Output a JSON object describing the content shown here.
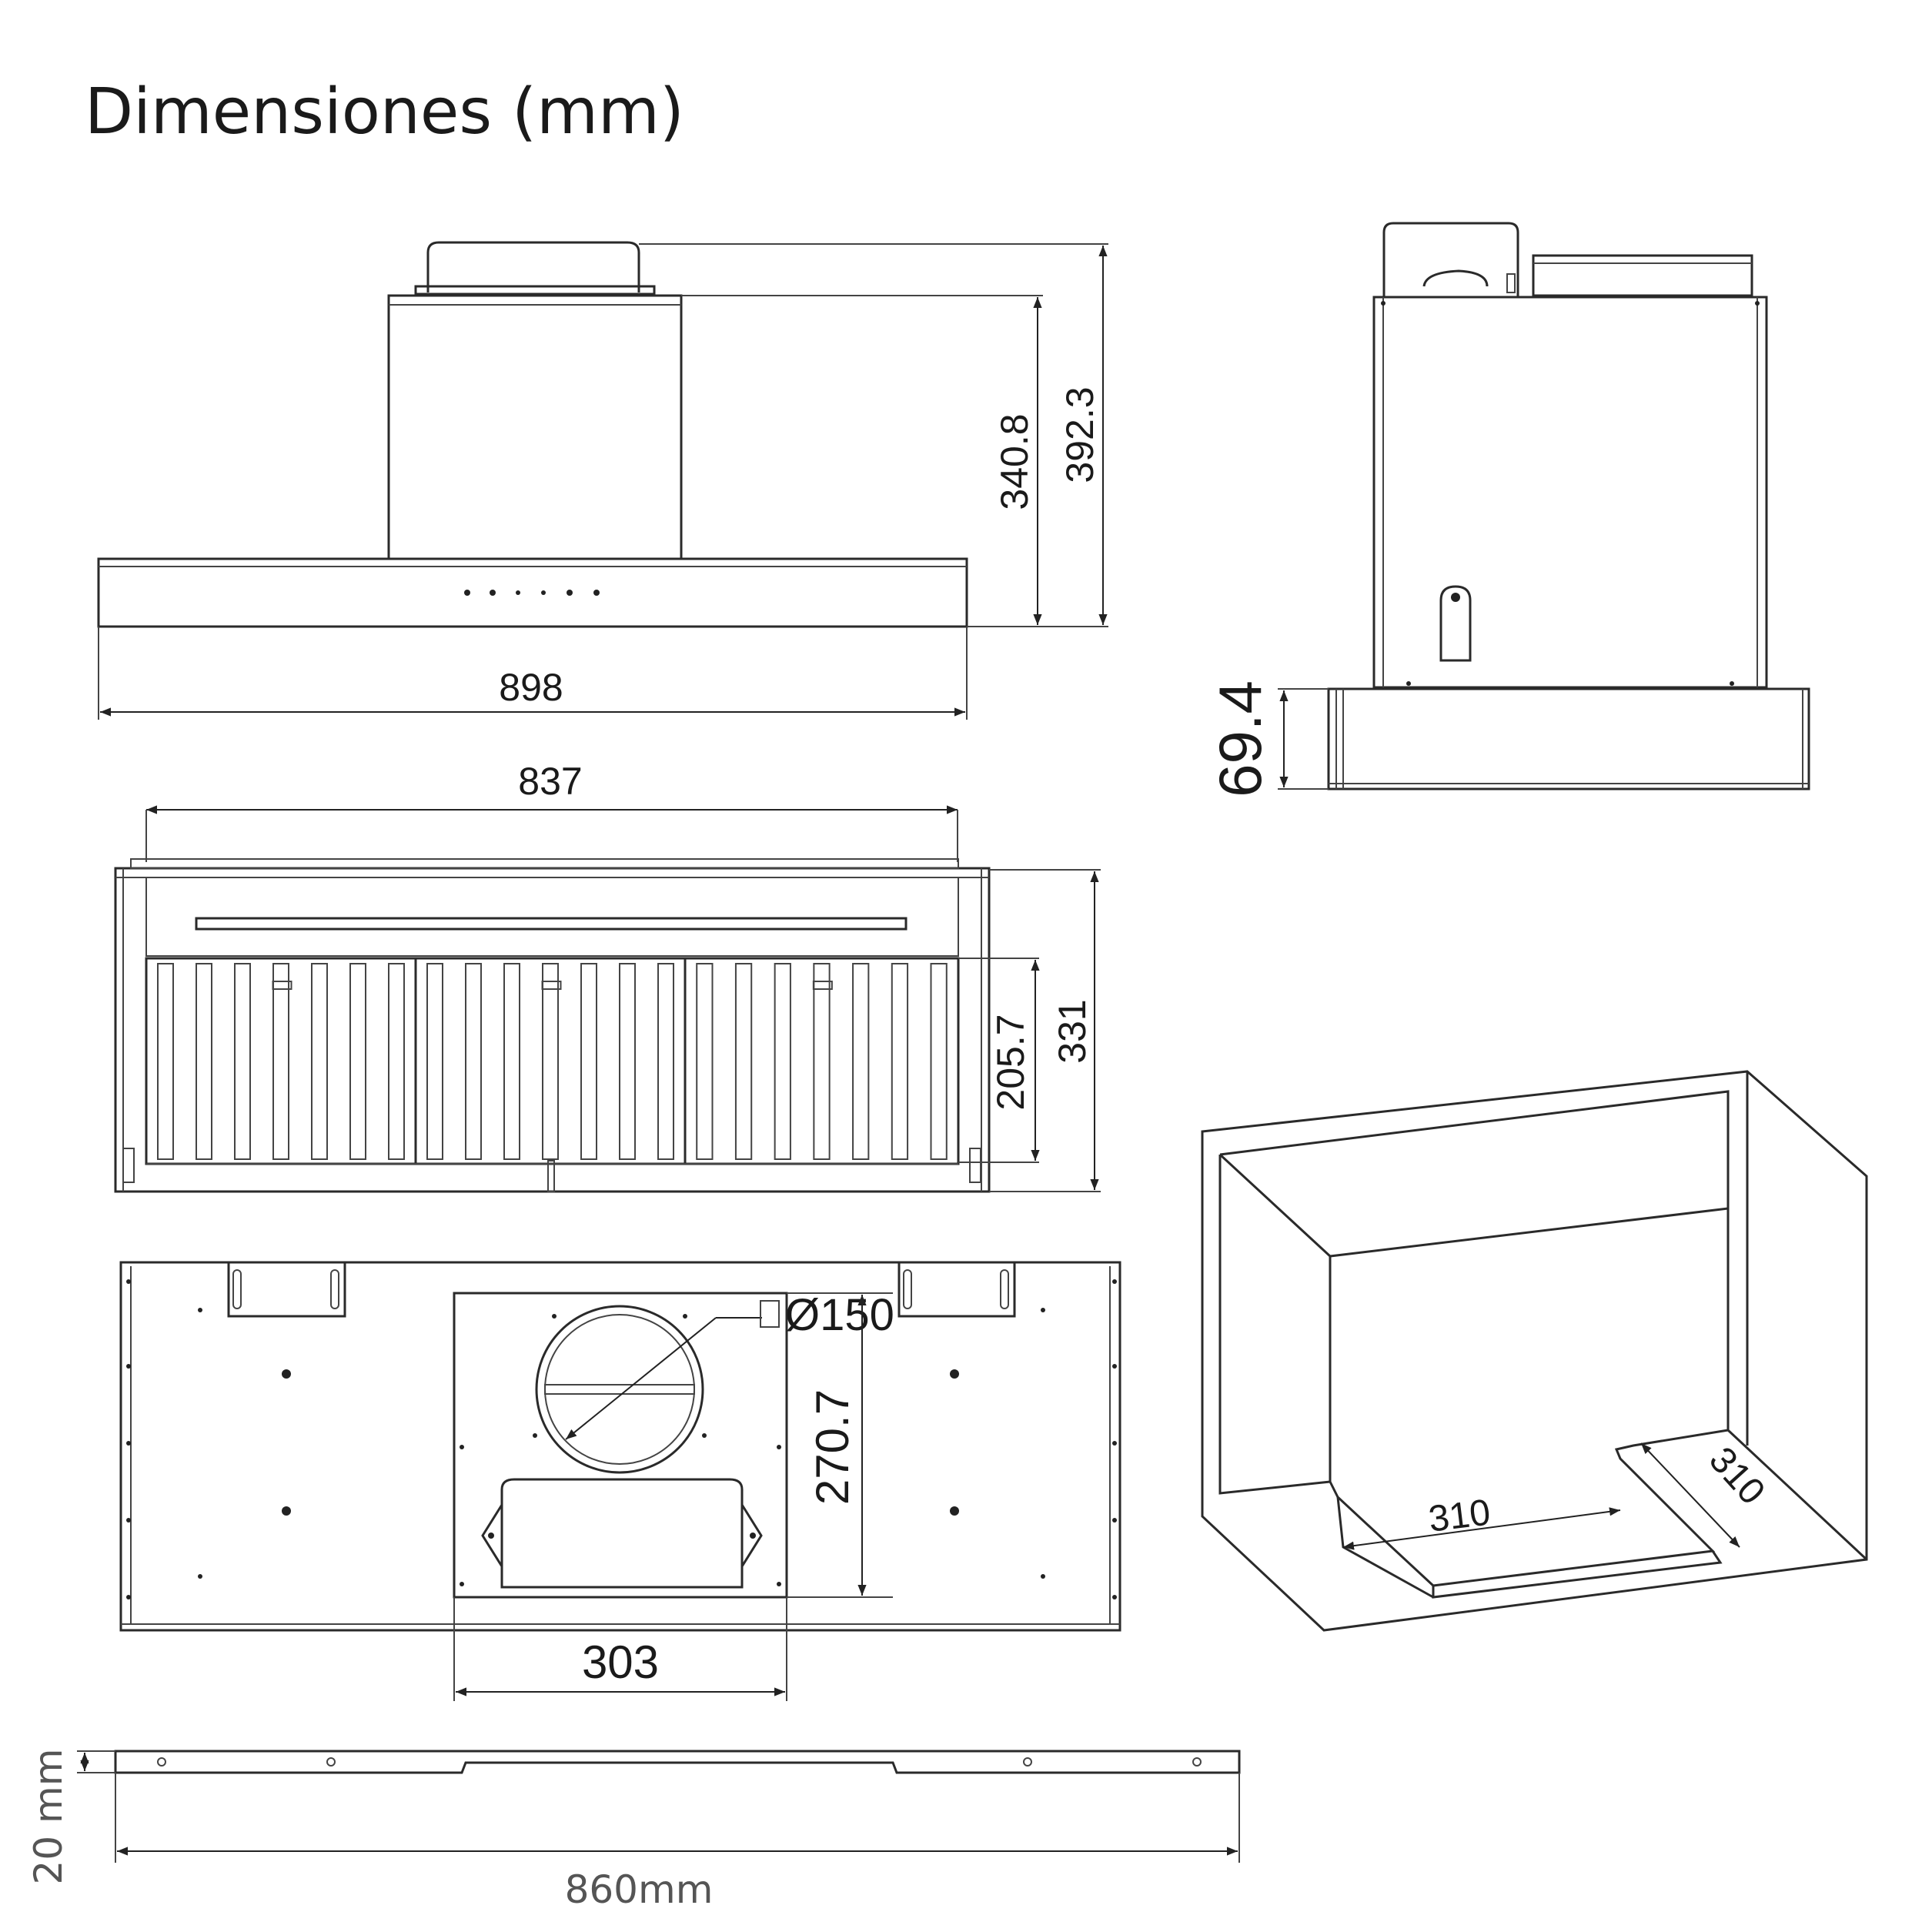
{
  "title": "Dimensiones (mm)",
  "front_view": {
    "height_body": "340.8",
    "height_total": "392.3",
    "width": "898"
  },
  "side_view": {
    "panel_height": "69.4"
  },
  "bottom_view": {
    "inner_width": "837",
    "depth_inner": "205.7",
    "depth_total": "331"
  },
  "top_view": {
    "duct_diameter": "Ø150",
    "plate_depth": "270.7",
    "plate_width": "303"
  },
  "cutout": {
    "width": "310",
    "depth": "310"
  },
  "bracket": {
    "height": "20 mm",
    "length": "860mm"
  }
}
